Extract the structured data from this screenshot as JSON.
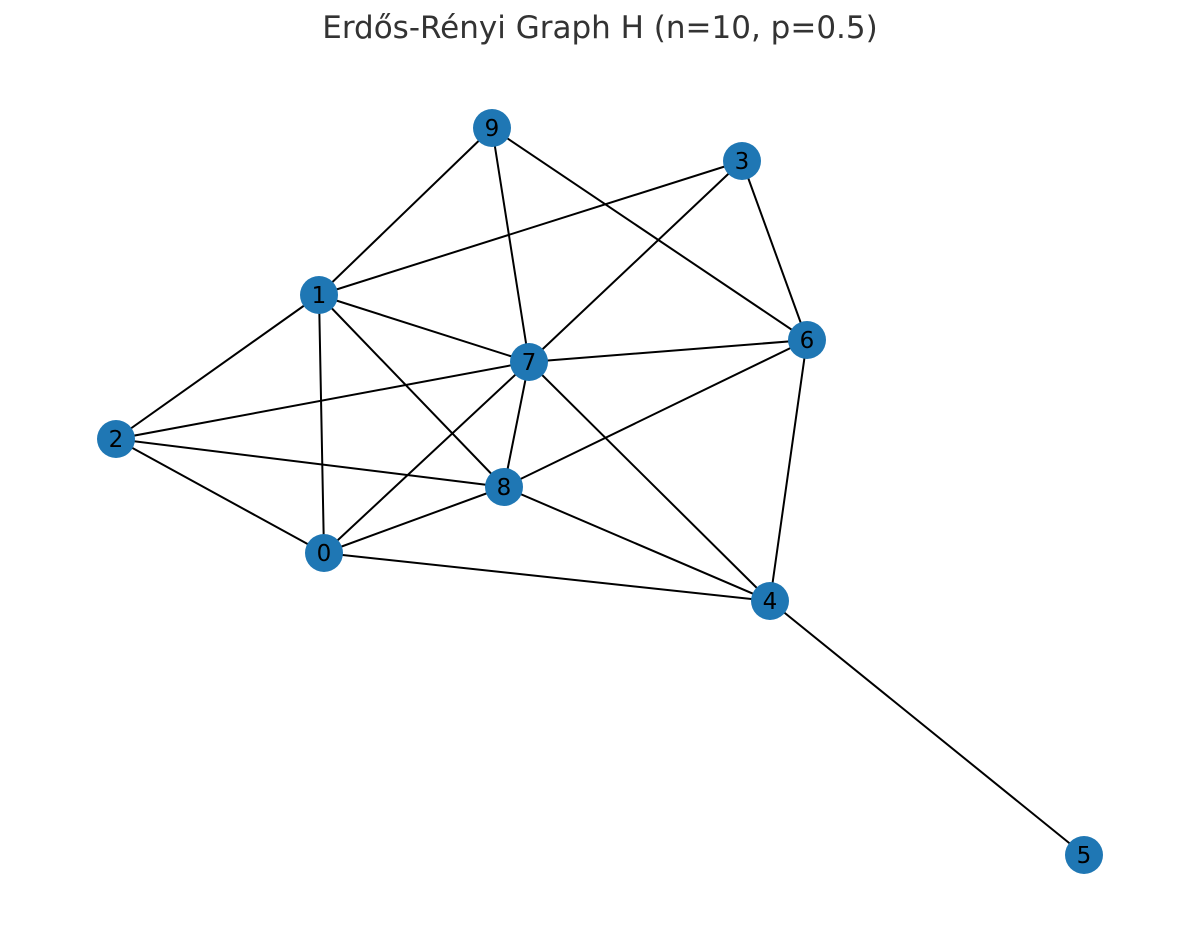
{
  "title": "Erdős-Rényi Graph H (n=10, p=0.5)",
  "colors": {
    "node_fill": "#1f77b4",
    "edge": "#000000",
    "label": "#000000"
  },
  "graph": {
    "nodes": [
      {
        "id": "0",
        "label": "0"
      },
      {
        "id": "1",
        "label": "1"
      },
      {
        "id": "2",
        "label": "2"
      },
      {
        "id": "3",
        "label": "3"
      },
      {
        "id": "4",
        "label": "4"
      },
      {
        "id": "5",
        "label": "5"
      },
      {
        "id": "6",
        "label": "6"
      },
      {
        "id": "7",
        "label": "7"
      },
      {
        "id": "8",
        "label": "8"
      },
      {
        "id": "9",
        "label": "9"
      }
    ],
    "edges": [
      [
        "9",
        "1"
      ],
      [
        "9",
        "7"
      ],
      [
        "9",
        "6"
      ],
      [
        "3",
        "1"
      ],
      [
        "3",
        "7"
      ],
      [
        "3",
        "6"
      ],
      [
        "1",
        "7"
      ],
      [
        "1",
        "2"
      ],
      [
        "1",
        "0"
      ],
      [
        "1",
        "8"
      ],
      [
        "7",
        "6"
      ],
      [
        "7",
        "2"
      ],
      [
        "7",
        "0"
      ],
      [
        "7",
        "8"
      ],
      [
        "7",
        "4"
      ],
      [
        "6",
        "8"
      ],
      [
        "6",
        "4"
      ],
      [
        "2",
        "8"
      ],
      [
        "2",
        "0"
      ],
      [
        "8",
        "0"
      ],
      [
        "8",
        "4"
      ],
      [
        "0",
        "4"
      ],
      [
        "4",
        "5"
      ]
    ]
  }
}
